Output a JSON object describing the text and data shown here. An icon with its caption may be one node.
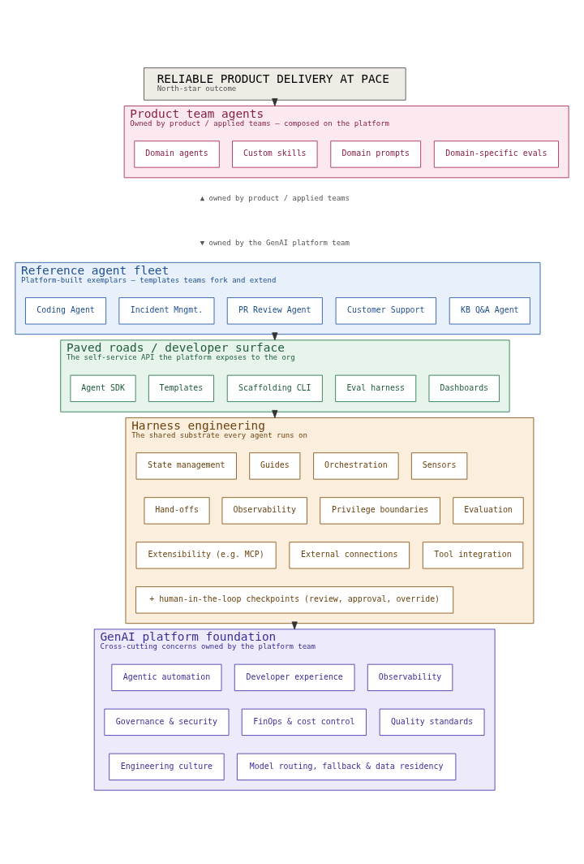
{
  "diagram": {
    "nodes": [
      {
        "text": [
          "RELIABLE PRODUCT DELIVERY AT PACE",
          "North-star outcome"
        ]
      },
      {
        "text": [
          "Product team agents",
          "Owned by product / applied teams — composed on the platform"
        ]
      },
      {
        "text": [
          "Domain agents"
        ],
        "in": 1
      },
      {
        "text": [
          "Custom skills"
        ],
        "in": 1
      },
      {
        "text": [
          "Domain prompts"
        ],
        "in": 1
      },
      {
        "text": [
          "Domain-specific evals"
        ],
        "in": 1
      },
      {
        "text": [
          "Reference agent fleet",
          "Platform-built exemplars — templates teams fork and extend"
        ]
      },
      {
        "text": [
          "Coding Agent"
        ],
        "in": 6
      },
      {
        "text": [
          "Incident Mngmt."
        ],
        "in": 6
      },
      {
        "text": [
          "PR Review Agent"
        ],
        "in": 6
      },
      {
        "text": [
          "Customer Support"
        ],
        "in": 6
      },
      {
        "text": [
          "KB Q&A Agent"
        ],
        "in": 6
      },
      {
        "text": [
          "Paved roads / developer surface",
          "The self-service API the platform exposes to the org"
        ]
      },
      {
        "text": [
          "Agent SDK"
        ],
        "in": 12
      },
      {
        "text": [
          "Templates"
        ],
        "in": 12
      },
      {
        "text": [
          "Scaffolding CLI"
        ],
        "in": 12
      },
      {
        "text": [
          "Eval harness"
        ],
        "in": 12
      },
      {
        "text": [
          "Dashboards"
        ],
        "in": 12
      },
      {
        "text": [
          "Harness engineering",
          "The shared substrate every agent runs on"
        ]
      },
      {
        "text": [
          "State management"
        ],
        "in": 18
      },
      {
        "text": [
          "Guides"
        ],
        "in": 18
      },
      {
        "text": [
          "Orchestration"
        ],
        "in": 18
      },
      {
        "text": [
          "Sensors"
        ],
        "in": 18
      },
      {
        "text": [
          "Hand-offs"
        ],
        "in": 18
      },
      {
        "text": [
          "Observability"
        ],
        "in": 18
      },
      {
        "text": [
          "Privilege boundaries"
        ],
        "in": 18
      },
      {
        "text": [
          "Evaluation"
        ],
        "in": 18
      },
      {
        "text": [
          "Extensibility (e.g. MCP)"
        ],
        "in": 18
      },
      {
        "text": [
          "External connections"
        ],
        "in": 18
      },
      {
        "text": [
          "Tool integration"
        ],
        "in": 18
      },
      {
        "text": [
          "+ human-in-the-loop checkpoints (review, approval, override)"
        ],
        "in": 18
      },
      {
        "text": [
          "GenAI platform foundation",
          "Cross-cutting concerns owned by the platform team"
        ]
      },
      {
        "text": [
          "Agentic automation"
        ],
        "in": 31
      },
      {
        "text": [
          "Developer experience"
        ],
        "in": 31
      },
      {
        "text": [
          "Observability"
        ],
        "in": 31
      },
      {
        "text": [
          "Governance & security"
        ],
        "in": 31
      },
      {
        "text": [
          "FinOps & cost control"
        ],
        "in": 31
      },
      {
        "text": [
          "Quality standards"
        ],
        "in": 31
      },
      {
        "text": [
          "Engineering culture"
        ],
        "in": 31
      },
      {
        "text": [
          "Model routing, fallback & data residency"
        ],
        "in": 31
      }
    ],
    "edges": [
      {
        "from": 0,
        "to": 1,
        "arrow": "to"
      },
      {
        "from": 6,
        "to": 12,
        "arrow": "to"
      },
      {
        "from": 12,
        "to": 18,
        "arrow": "to"
      },
      {
        "from": 18,
        "to": 31,
        "arrow": "to"
      }
    ],
    "labels": [
      "▲ owned by product / applied teams",
      "▼ owned by the GenAI platform team"
    ]
  }
}
